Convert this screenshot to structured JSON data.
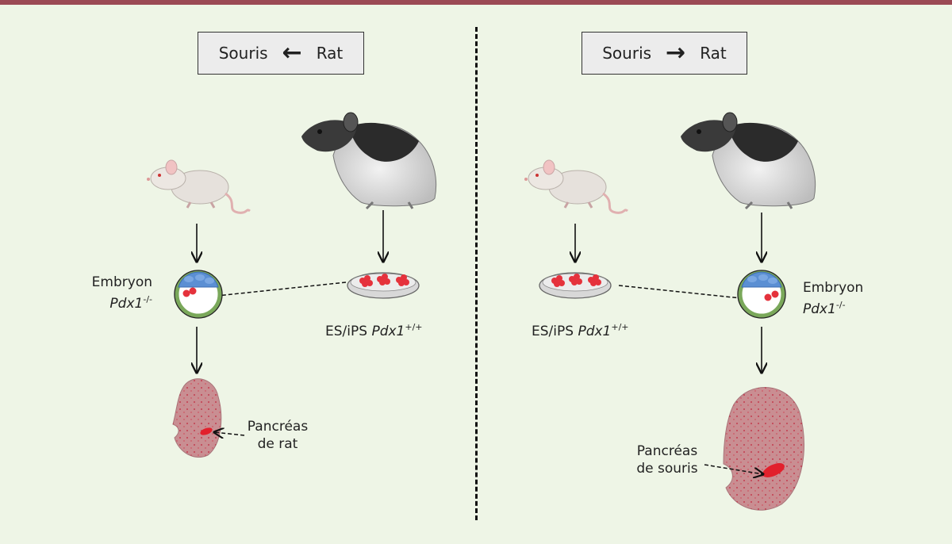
{
  "left_panel": {
    "title_left": "Souris",
    "title_arrow": "←",
    "title_right": "Rat",
    "embryo_label_line1": "Embryon",
    "embryo_label_gene": "Pdx1",
    "embryo_label_genotype": "-/-",
    "cells_label_prefix": "ES/iPS ",
    "cells_label_gene": "Pdx1",
    "cells_label_genotype": "+/+",
    "pancreas_label_line1": "Pancréas",
    "pancreas_label_line2": "de rat"
  },
  "right_panel": {
    "title_left": "Souris",
    "title_arrow": "→",
    "title_right": "Rat",
    "embryo_label_line1": "Embryon",
    "embryo_label_gene": "Pdx1",
    "embryo_label_genotype": "-/-",
    "cells_label_prefix": "ES/iPS ",
    "cells_label_gene": "Pdx1",
    "cells_label_genotype": "+/+",
    "pancreas_label_line1": "Pancréas",
    "pancreas_label_line2": "de souris"
  },
  "colors": {
    "background": "#eef5e6",
    "top_bar": "#9b4a55",
    "rat_cells": "#e5323c",
    "inner_cell_mass": "#5b8fd3",
    "fetus": "#c98e92"
  }
}
